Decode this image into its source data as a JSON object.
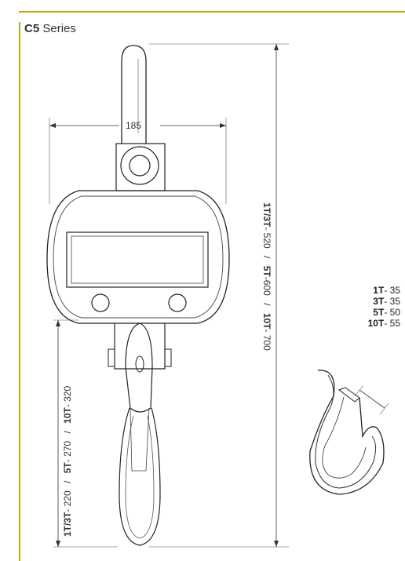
{
  "title": {
    "bold": "C5",
    "rest": " Series"
  },
  "width_dim": "185",
  "height_dim": {
    "a_bold": "1T/3T",
    "a_val": "- 520",
    "sep1": "/",
    "b_bold": "5T",
    "b_val": "-600",
    "sep2": "/",
    "c_bold": "10T",
    "c_val": "- 700"
  },
  "hook_len_dim": {
    "a_bold": "1T/3T",
    "a_val": "- 220",
    "sep1": "/",
    "b_bold": "5T",
    "b_val": "- 270",
    "sep2": "/",
    "c_bold": "10T",
    "c_val": "- 320"
  },
  "hook_opening": [
    {
      "model": "1T",
      "value": "- 35"
    },
    {
      "model": "3T",
      "value": "- 35"
    },
    {
      "model": "5T",
      "value": "- 50"
    },
    {
      "model": "10T",
      "value": "- 55"
    }
  ],
  "colors": {
    "accent": "#b7b000",
    "line": "#333333"
  }
}
